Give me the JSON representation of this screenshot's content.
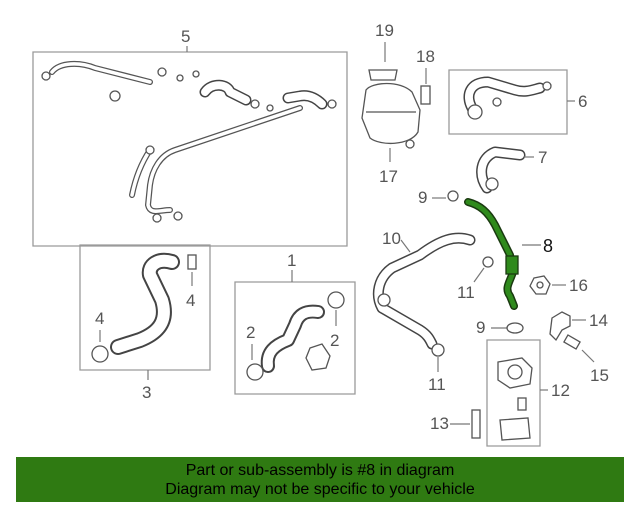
{
  "callouts": {
    "c1": "1",
    "c2a": "2",
    "c2b": "2",
    "c3": "3",
    "c4a": "4",
    "c4b": "4",
    "c5": "5",
    "c6": "6",
    "c7": "7",
    "c8": "8",
    "c9a": "9",
    "c9b": "9",
    "c10": "10",
    "c11a": "11",
    "c11b": "11",
    "c12": "12",
    "c13": "13",
    "c14": "14",
    "c15": "15",
    "c16": "16",
    "c17": "17",
    "c18": "18",
    "c19": "19"
  },
  "highlight_color": "#2f8a1c",
  "banner": {
    "line1": "Part or sub-assembly is #8 in diagram",
    "line2": "Diagram may not be specific to your vehicle",
    "background": "#2f7a12"
  }
}
